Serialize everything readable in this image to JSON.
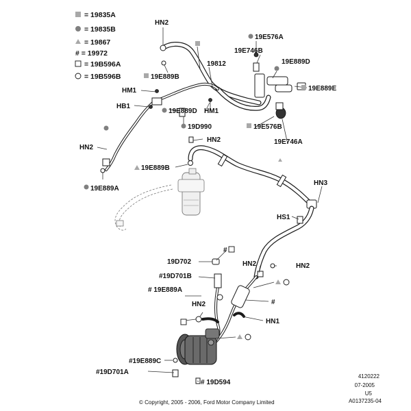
{
  "legend": [
    {
      "symbol": "square-filled",
      "text": "= 19835A"
    },
    {
      "symbol": "circle-filled",
      "text": "= 19835B"
    },
    {
      "symbol": "triangle-filled",
      "text": "= 19867"
    },
    {
      "symbol": "hash",
      "text": "# = 19972"
    },
    {
      "symbol": "square-open",
      "text": "= 19B596A"
    },
    {
      "symbol": "circle-open",
      "text": "= 19B596B"
    }
  ],
  "callouts": {
    "hn2_top": "HN2",
    "c19812": "19812",
    "c19e889b_top": "19E889B",
    "hm1_left": "HM1",
    "hb1": "HB1",
    "c19e889d_mid": "19E889D",
    "hm1_mid": "HM1",
    "c19d990": "19D990",
    "c19e576a": "19E576A",
    "c19e746b": "19E746B",
    "c19e889d_right": "19E889D",
    "c19e889e": "19E889E",
    "c19e576b": "19E576B",
    "c19e746a": "19E746A",
    "hn2_left": "HN2",
    "c19e889a_left": "19E889A",
    "hn2_center": "HN2",
    "c19e889b_center": "19E889B",
    "hn3": "HN3",
    "hs1": "HS1",
    "hash_sq": "#",
    "c19d702": "19D702",
    "c19d701b": "#19D701B",
    "c19e889a_low": "# 19E889A",
    "hn2_low_a": "HN2",
    "hn2_low_b": "HN2",
    "hn2_low_c": "HN2",
    "hash_low": "#",
    "hn1": "HN1",
    "c19e889c": "#19E889C",
    "c19d701a": "#19D701A",
    "c19d594": "# 19D594"
  },
  "meta": {
    "line1": "4120222",
    "line2": "07-2005",
    "line3": "U5",
    "line4": "A0137235-04"
  },
  "copyright": "© Copyright, 2005 - 2006, Ford Motor Company Limited"
}
